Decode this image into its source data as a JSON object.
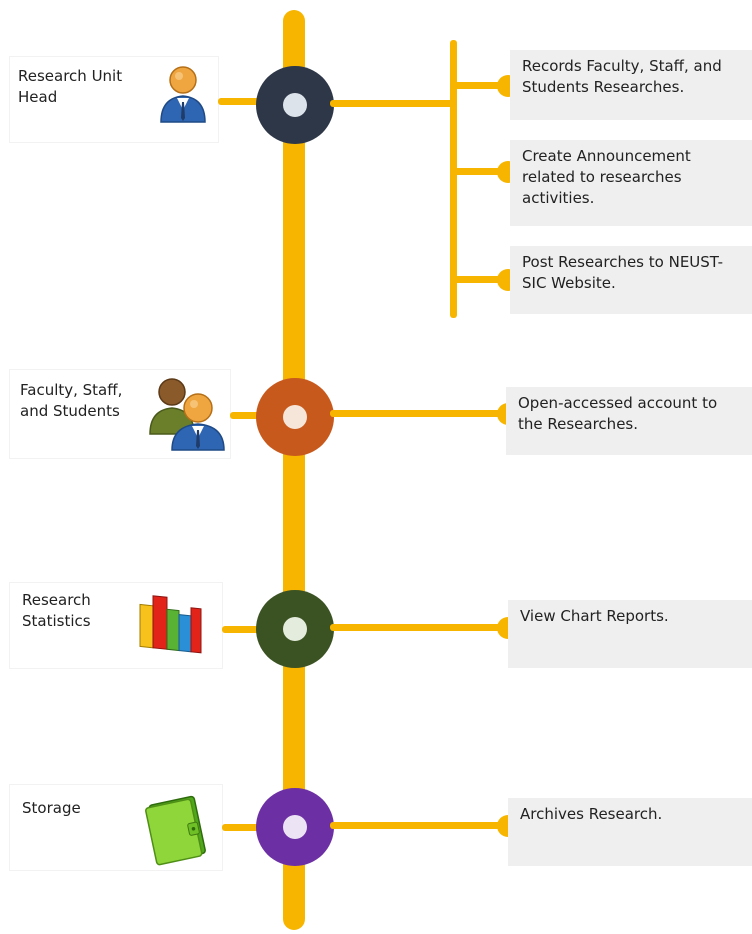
{
  "colors": {
    "spine": "#f7b500",
    "node1": "#2d3748",
    "node2": "#c8591c",
    "node3": "#3b5323",
    "node4": "#6d2fa4",
    "box_bg": "#efefef"
  },
  "actors": [
    {
      "label": "Research Unit\nHead",
      "icon": "user-icon"
    },
    {
      "label": "Faculty, Staff,\nand Students",
      "icon": "users-group-icon"
    },
    {
      "label": "Research\nStatistics",
      "icon": "bar-chart-icon"
    },
    {
      "label": "Storage",
      "icon": "folder-icon"
    }
  ],
  "actions": [
    "Records Faculty, Staff, and Students Researches.",
    "Create Announcement related to researches activities.",
    "Post Researches to NEUST-SIC Website.",
    "Open-accessed account to the Researches.",
    "View Chart Reports.",
    "Archives Research."
  ]
}
